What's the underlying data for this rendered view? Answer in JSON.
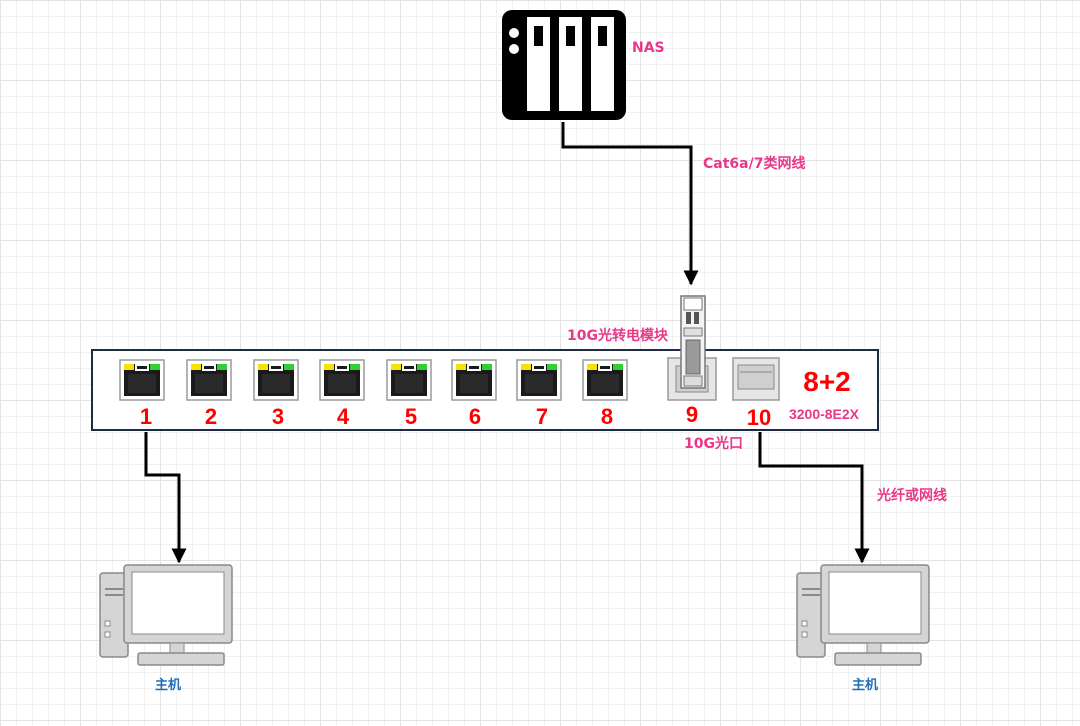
{
  "colors": {
    "label_pink": "#e8388a",
    "port_red": "#ff0000",
    "host_blue": "#1f6fb8",
    "edge_black": "#000000",
    "led_yellow": "#f5e400",
    "led_green": "#2fd12f"
  },
  "nas": {
    "label": "NAS",
    "icon": "nas-server-icon"
  },
  "links": {
    "nas_cable": "Cat6a/7类网线",
    "module": "10G光转电模块",
    "optical_port": "10G光口",
    "right_cable": "光纤或网线"
  },
  "switch": {
    "name": "8+2",
    "model": "3200-8E2X",
    "rj45_ports": [
      "1",
      "2",
      "3",
      "4",
      "5",
      "6",
      "7",
      "8"
    ],
    "sfp_ports": [
      "9",
      "10"
    ]
  },
  "hosts": [
    {
      "label": "主机",
      "icon": "desktop-computer-icon"
    },
    {
      "label": "主机",
      "icon": "desktop-computer-icon"
    }
  ]
}
